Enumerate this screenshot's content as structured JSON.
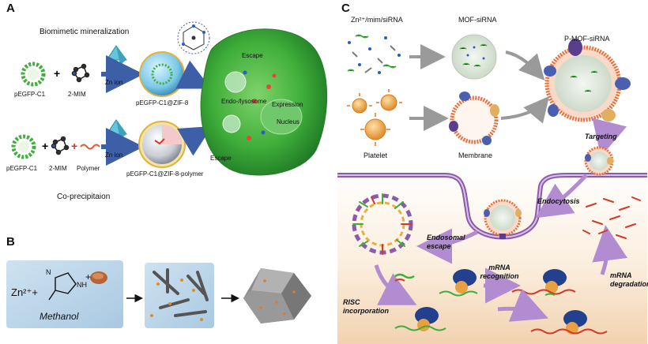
{
  "panels": {
    "a": "A",
    "b": "B",
    "c": "C"
  },
  "panel_a": {
    "heading_top": "Biomimetic mineralization",
    "heading_bottom": "Co-precipitaion",
    "plasmid": "pEGFP-C1",
    "linker": "2-MIM",
    "polymer": "Polymer",
    "zn_ion": "Zn ion",
    "product_top": "pEGFP-C1@ZIF-8",
    "product_bottom": "pEGFP-C1@ZIF-8-polymer",
    "cell_labels": {
      "escape_top": "Escape",
      "endo_lysosome": "Endo-/lysosome",
      "expression": "Expression",
      "nucleus": "Nucleus",
      "escape_bottom": "Escape"
    }
  },
  "panel_b": {
    "zinc": "Zn²⁺+",
    "nh": "NH",
    "n": "N",
    "solvent": "Methanol",
    "plus": "+"
  },
  "panel_c": {
    "mix_label": "Zn²⁺/mim/siRNA",
    "mof_label": "MOF-siRNA",
    "pmof_label": "P-MOF-siRNA",
    "platelet_label": "Platelet",
    "membrane_label": "Membrane",
    "targeting": "Targeting",
    "endocytosis": "Endocytosis",
    "endosomal_escape": "Endosomal escape",
    "risc": "RISC incorporation",
    "mrna_recognition": "mRNA recognition",
    "mrna_degradation": "mRNA degradation"
  },
  "colors": {
    "cell_green": "#3fae3a",
    "membrane_purple": "#8c5aa8",
    "platelet_orange": "#f0a040",
    "panel_b_bg": "#bcd6ea",
    "arrow_blue": "#5a7fc4",
    "arrow_purple": "#b28cd0"
  }
}
